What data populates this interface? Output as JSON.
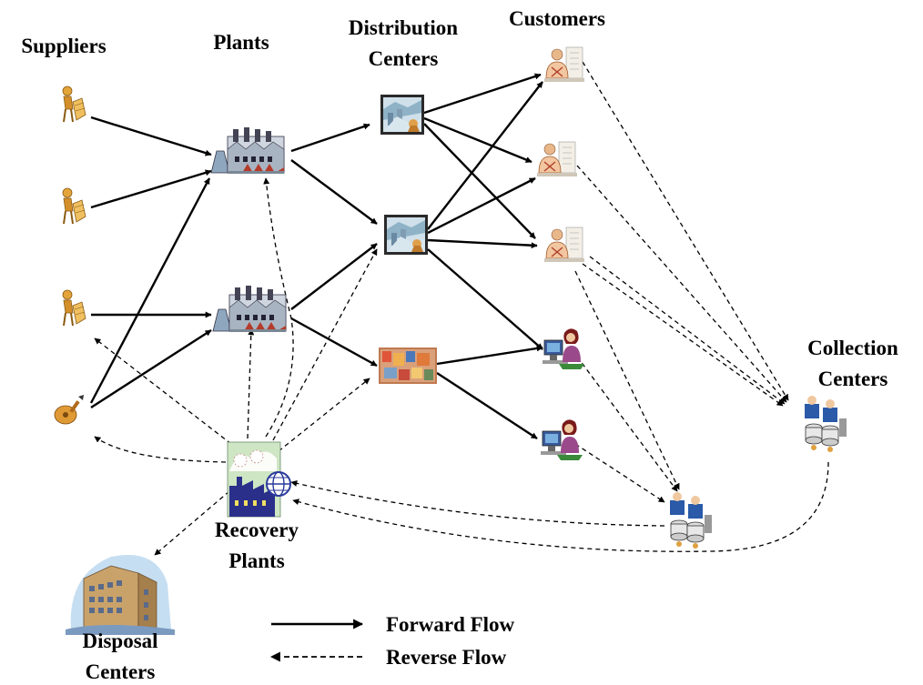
{
  "labels": {
    "suppliers": "Suppliers",
    "plants": "Plants",
    "distribution_centers_1": "Distribution",
    "distribution_centers_2": "Centers",
    "customers": "Customers",
    "collection_centers_1": "Collection",
    "collection_centers_2": "Centers",
    "recovery_plants_1": "Recovery",
    "recovery_plants_2": "Plants",
    "disposal_centers_1": "Disposal",
    "disposal_centers_2": "Centers"
  },
  "legend": {
    "forward": "Forward Flow",
    "reverse": "Reverse Flow"
  },
  "icons": {
    "supplier": "supplier-icon",
    "plant": "factory-icon",
    "distribution_center": "warehouse-icon",
    "customer": "customer-icon",
    "collection_center": "collection-center-icon",
    "recovery_plant": "recovery-plant-icon",
    "disposal_center": "disposal-building-icon"
  },
  "colors": {
    "arrow": "#000000",
    "background": "#ffffff"
  }
}
